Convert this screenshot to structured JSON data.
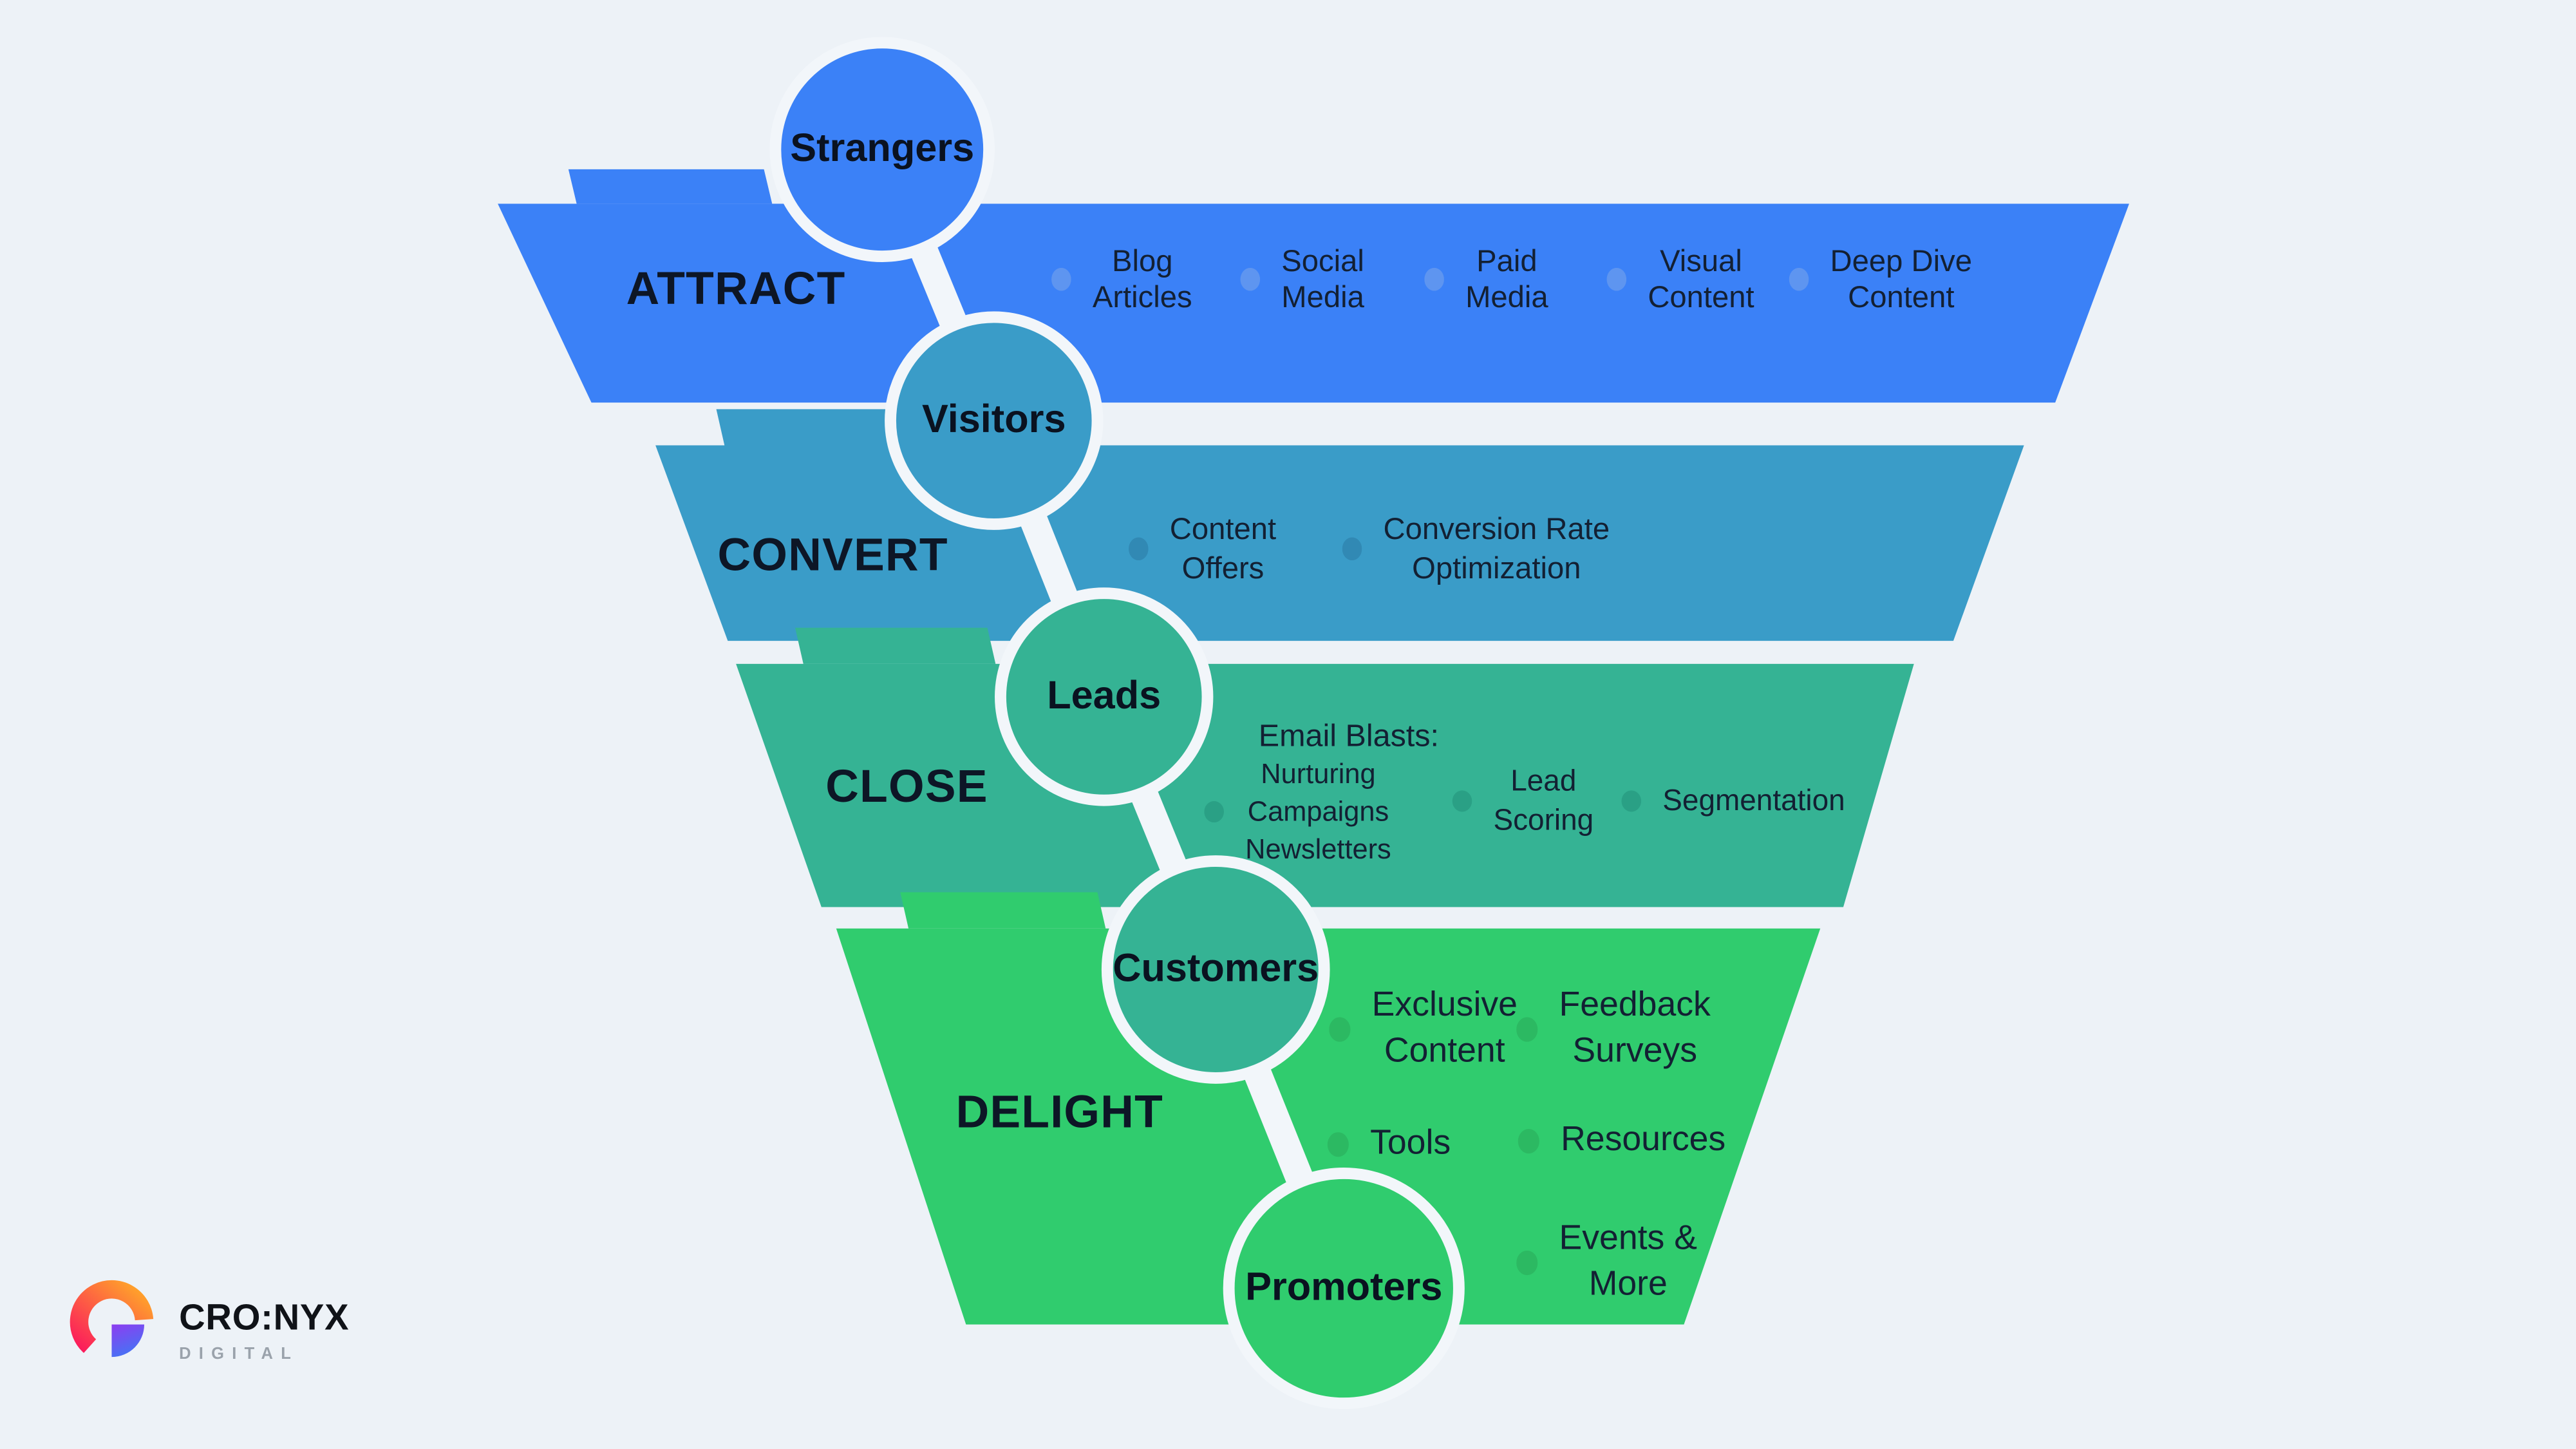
{
  "background_color": "#edf2f7",
  "funnel": {
    "stages": [
      {
        "label": "ATTRACT",
        "color": "#3b81f7",
        "dot_color": "#5e95f0",
        "items": [
          "Blog\nArticles",
          "Social\nMedia",
          "Paid\nMedia",
          "Visual\nContent",
          "Deep Dive\nContent"
        ]
      },
      {
        "label": "CONVERT",
        "color": "#3a9cc8",
        "dot_color": "#3189b4",
        "items": [
          "Content\nOffers",
          "Conversion Rate\nOptimization"
        ]
      },
      {
        "label": "CLOSE",
        "color": "#35b394",
        "dot_color": "#2aa085",
        "email_heading": "Email Blasts:",
        "items": [
          "Nurturing\nCampaigns\nNewsletters",
          "Lead\nScoring",
          "Segmentation"
        ]
      },
      {
        "label": "DELIGHT",
        "color": "#30cc6e",
        "dot_color": "#2cb962",
        "items": [
          "Exclusive\nContent",
          "Feedback\nSurveys",
          "Tools",
          "Resources",
          "Events &\nMore"
        ]
      }
    ],
    "circles": [
      {
        "label": "Strangers",
        "color": "#3b81f7"
      },
      {
        "label": "Visitors",
        "color": "#3a9cc8"
      },
      {
        "label": "Leads",
        "color": "#35b394"
      },
      {
        "label": "Customers",
        "color": "#35b394"
      },
      {
        "label": "Promoters",
        "color": "#30cc6e"
      }
    ]
  },
  "logo": {
    "name": "CRO:NYX",
    "subtitle": "DIGITAL",
    "accent_colors": {
      "arc_start": "#fb1b5c",
      "arc_end": "#ffa12b",
      "wedge_start": "#8f3cf0",
      "wedge_end": "#3e78f5"
    }
  }
}
